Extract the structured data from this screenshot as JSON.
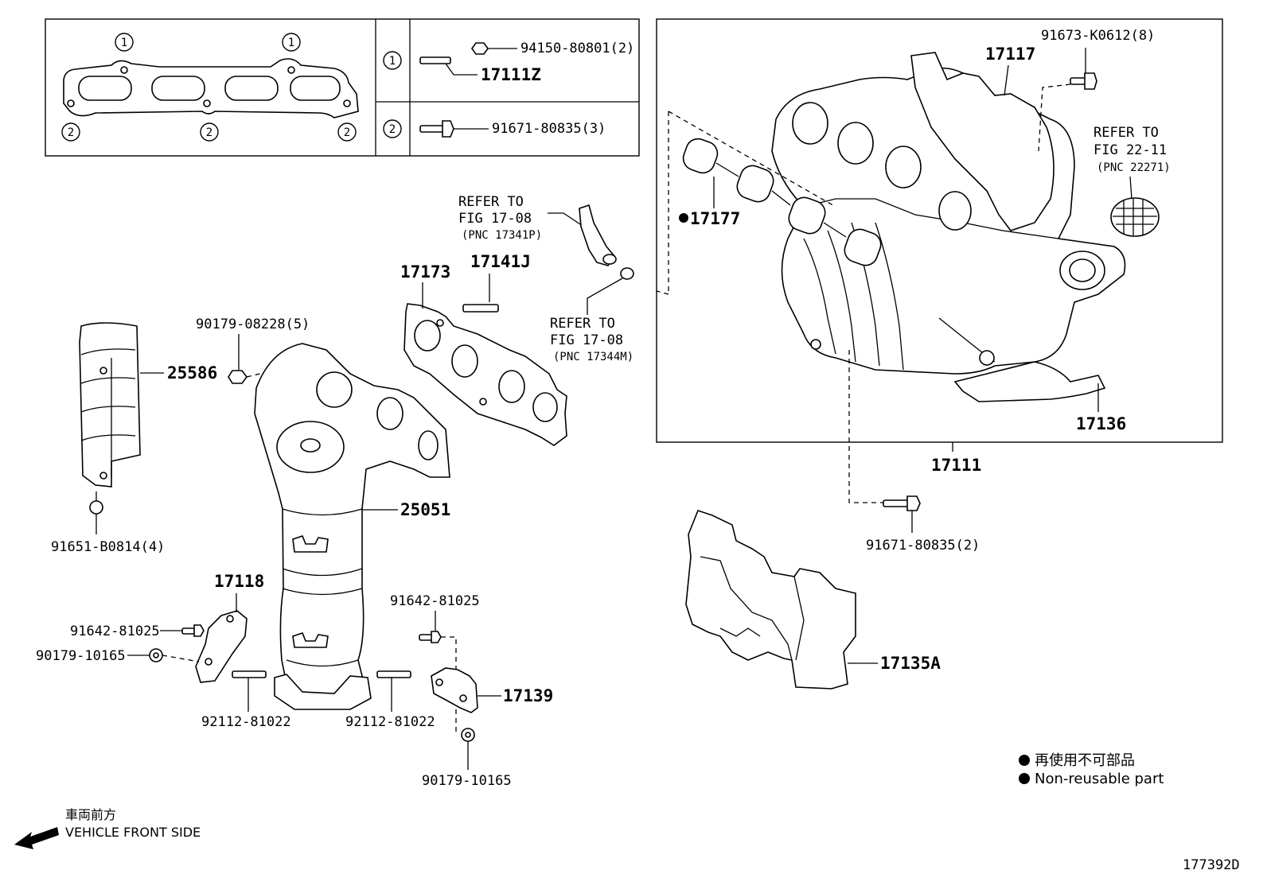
{
  "gasket_inset": {
    "row1": {
      "marker": "1",
      "label_a": "94150-80801(2)",
      "label_b": "17111Z"
    },
    "row2": {
      "marker": "2",
      "label": "91671-80835(3)"
    },
    "hole_marker_1": "1",
    "hole_marker_2": "2"
  },
  "refs": {
    "ref1": {
      "l1": "REFER TO",
      "l2": "FIG 17-08",
      "l3": "(PNC 17341P)"
    },
    "ref2": {
      "l1": "REFER TO",
      "l2": "FIG 17-08",
      "l3": "(PNC 17344M)"
    },
    "ref3": {
      "l1": "REFER TO",
      "l2": "FIG 22-11",
      "l3": "(PNC 22271)"
    }
  },
  "parts": {
    "p17117": "17117",
    "p91673": "91673-K0612(8)",
    "p17177": "17177",
    "p17136": "17136",
    "p17111": "17111",
    "p91671b": "91671-80835(2)",
    "p17135A": "17135A",
    "p17173": "17173",
    "p17141J": "17141J",
    "p90179a": "90179-08228(5)",
    "p25586": "25586",
    "p25051": "25051",
    "p91651": "91651-B0814(4)",
    "p17118": "17118",
    "p91642a": "91642-81025",
    "p90179b": "90179-10165",
    "p92112a": "92112-81022",
    "p92112b": "92112-81022",
    "p91642b": "91642-81025",
    "p17139": "17139",
    "p90179c": "90179-10165"
  },
  "legend": {
    "jp": "再使用不可部品",
    "en": "Non-reusable part"
  },
  "front": {
    "jp": "車両前方",
    "en": "VEHICLE FRONT SIDE"
  },
  "figure_id": "177392D"
}
